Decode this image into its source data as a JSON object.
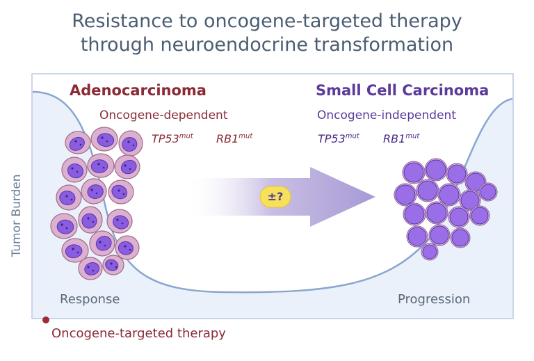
{
  "title": {
    "line1": "Resistance to oncogene-targeted therapy",
    "line2": "through neuroendocrine transformation"
  },
  "adenocarcinoma": {
    "title": "Adenocarcinoma",
    "subtitle": "Oncogene-dependent",
    "genes": [
      {
        "name": "TP53",
        "sup": "mut"
      },
      {
        "name": "RB1",
        "sup": "mut"
      }
    ]
  },
  "small_cell": {
    "title": "Small Cell Carcinoma",
    "subtitle": "Oncogene-independent",
    "genes": [
      {
        "name": "TP53",
        "sup": "mut"
      },
      {
        "name": "RB1",
        "sup": "mut"
      }
    ]
  },
  "transition_label": "±?",
  "y_axis_label": "Tumor Burden",
  "phases": {
    "response": "Response",
    "progression": "Progression"
  },
  "therapy_label": "Oncogene-targeted therapy",
  "colors": {
    "title": "#4b5d72",
    "adeno": "#8a2a35",
    "sclc": "#5b3a9a",
    "curve": "#8aa6cf",
    "panel_bg": "#eaf1fa",
    "therapy_bar": "#9a2d35",
    "badge": "#f7e15a"
  },
  "icons": [
    "adenocarcinoma-cell-cluster-icon",
    "small-cell-cluster-icon",
    "transformation-arrow-icon"
  ]
}
